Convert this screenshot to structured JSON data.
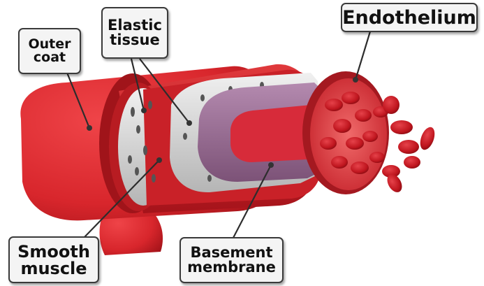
{
  "labels": {
    "outer_coat": [
      "Outer",
      "coat"
    ],
    "elastic_tissue": [
      "Elastic",
      "tissue"
    ],
    "endothelium": "Endothelium",
    "smooth_muscle": [
      "Smooth",
      "muscle"
    ],
    "basement_membrane": [
      "Basement",
      "membrane"
    ]
  },
  "colors": {
    "outer_coat": "#d8262c",
    "smooth_muscle": "#c81f27",
    "elastic_tissue": "#d7d7d7",
    "basement_membrane": "#9b6f98",
    "endothelium": "#d72b3a",
    "blood_cells": "#c0161f",
    "leader_lines": "#2d2d2d"
  }
}
